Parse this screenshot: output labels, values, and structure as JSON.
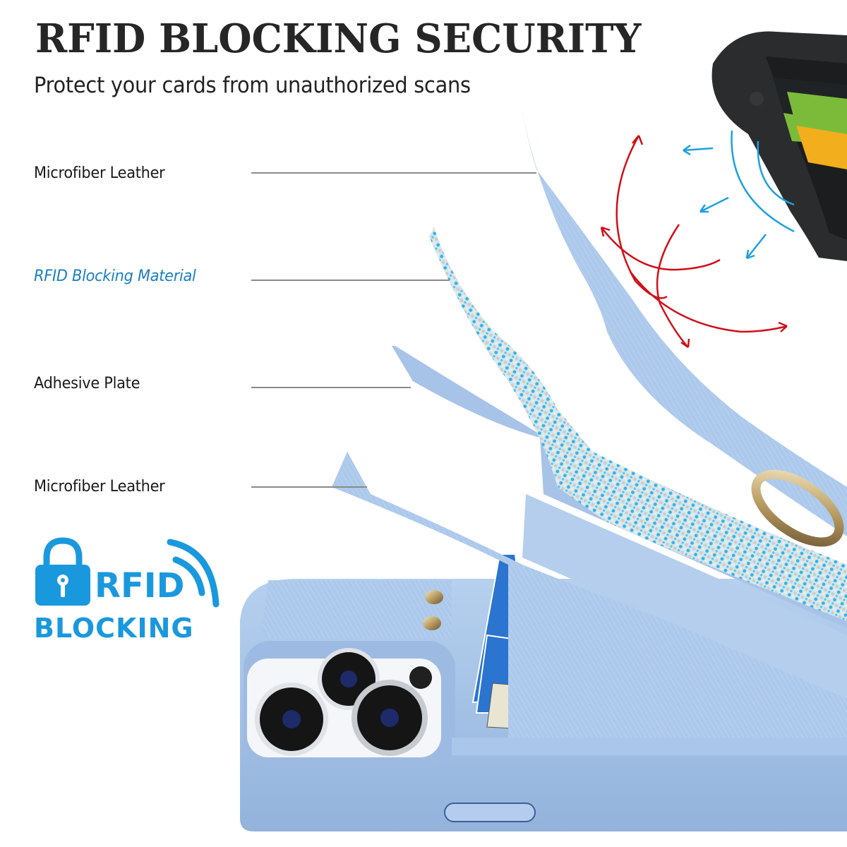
{
  "header": {
    "title": "RFID BLOCKING SECURITY",
    "subtitle": "Protect your cards from unauthorized scans"
  },
  "layers": [
    {
      "label": "Microfiber Leather",
      "highlight": false
    },
    {
      "label": "RFID Blocking Material",
      "highlight": true
    },
    {
      "label": "Adhesive Plate",
      "highlight": false
    },
    {
      "label": "Microfiber Leather",
      "highlight": false
    }
  ],
  "badge": {
    "line1": "RFID",
    "line2": "BLOCKING",
    "icon": "padlock-icon"
  },
  "colors": {
    "title": "#262626",
    "accent_blue": "#1a98de",
    "case_blue": "#a9c8ec",
    "signal_blue": "#1ea0e0",
    "blocked_red": "#d0101a",
    "card_blue": "#2b74cf",
    "terminal_green": "#7cbb3a",
    "terminal_yellow": "#f2ae1c"
  }
}
